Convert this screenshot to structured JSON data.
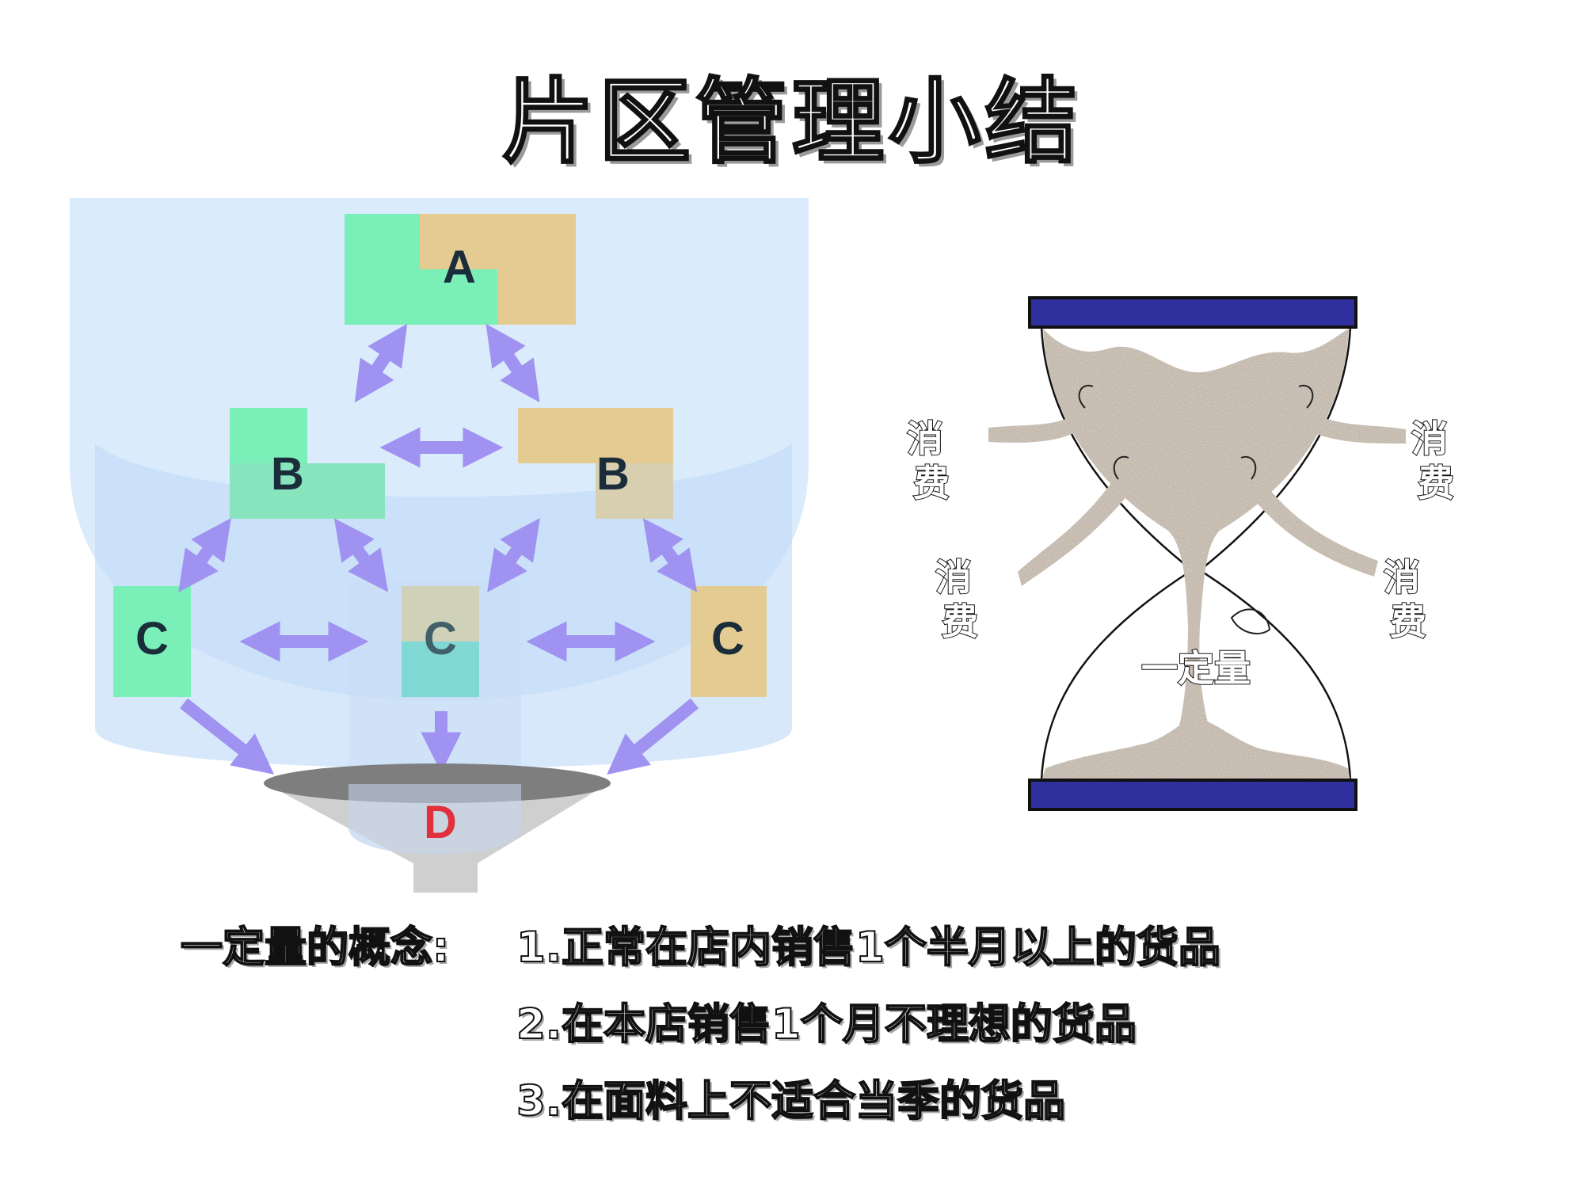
{
  "title": "片区管理小结",
  "diagram": {
    "nodes": {
      "a": "A",
      "b_left": "B",
      "b_right": "B",
      "c_left": "C",
      "c_mid": "C",
      "c_right": "C",
      "d": "D"
    },
    "colors": {
      "green": "#7aefb8",
      "tan": "#e3cb91",
      "arrow": "#9f92f1",
      "bowl": "#d3e7fb",
      "d_label": "#e0313d",
      "node_text": "#1b2d3a"
    }
  },
  "hourglass": {
    "consume_labels": [
      "消费",
      "消费",
      "消费",
      "消费"
    ],
    "center_label": "一定量",
    "colors": {
      "cap": "#2f2f9e",
      "sand": "#a9998c"
    }
  },
  "concept": {
    "lead": "一定量的概念:",
    "items": [
      "1.正常在店内销售1个半月以上的货品",
      "2.在本店销售1个月不理想的货品",
      "3.在面料上不适合当季的货品"
    ]
  }
}
